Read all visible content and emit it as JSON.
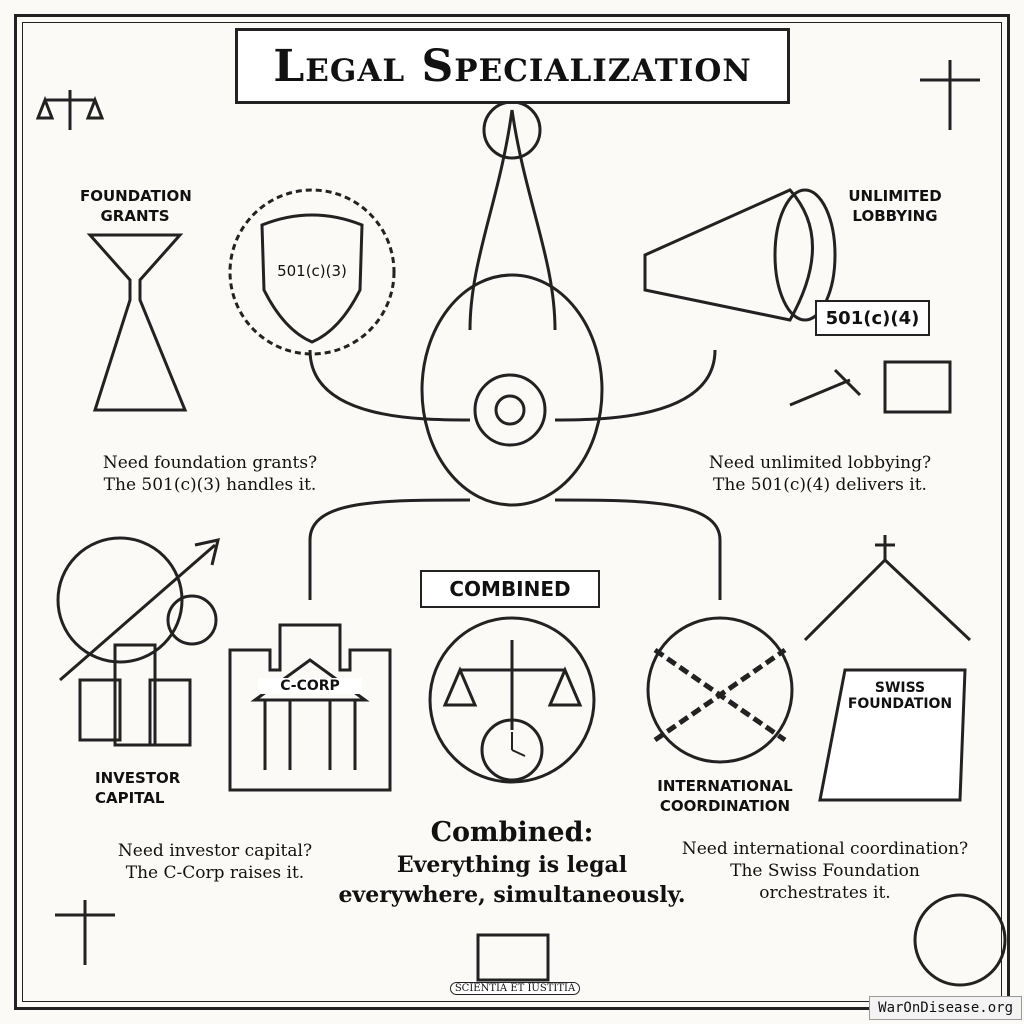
{
  "title": "Legal Specialization",
  "top_left": {
    "caption": "FOUNDATION\nGRANTS",
    "badge": "501(c)(3)",
    "text1": "Need foundation grants?",
    "text2": "The 501(c)(3) handles it."
  },
  "top_right": {
    "caption": "UNLIMITED\nLOBBYING",
    "badge": "501(c)(4)",
    "text1": "Need unlimited lobbying?",
    "text2": "The 501(c)(4) delivers it."
  },
  "bottom_left": {
    "building": "C-CORP",
    "caption": "INVESTOR\nCAPITAL",
    "text1": "Need investor capital?",
    "text2": "The C-Corp raises it."
  },
  "bottom_right": {
    "scroll": "SWISS\nFOUNDATION",
    "caption": "INTERNATIONAL\nCOORDINATION",
    "text1": "Need international coordination?",
    "text2": "The Swiss Foundation",
    "text3": "orchestrates it."
  },
  "center": {
    "ribbon": "COMBINED",
    "head": "Combined:",
    "line1": "Everything is legal",
    "line2": "everywhere, simultaneously."
  },
  "motto": "SCIENTIA ET IUSTITIA",
  "footer": "WarOnDisease.org"
}
